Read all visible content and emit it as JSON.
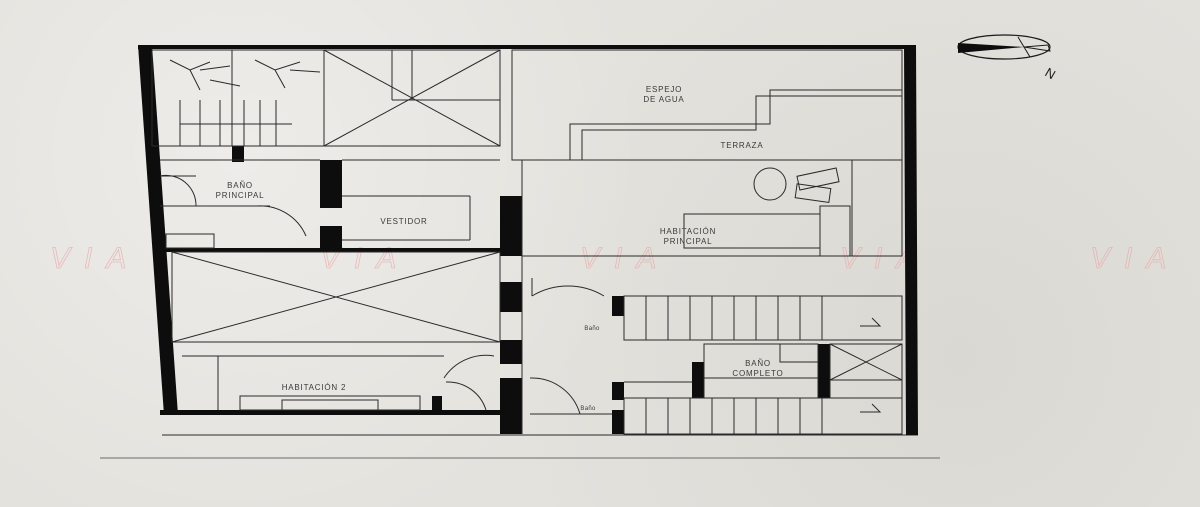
{
  "rooms": {
    "espejo_line1": "ESPEJO",
    "espejo_line2": "DE AGUA",
    "terraza": "TERRAZA",
    "bano_principal_line1": "BAÑO",
    "bano_principal_line2": "PRINCIPAL",
    "vestidor": "VESTIDOR",
    "habitacion_principal_line1": "HABITACIÓN",
    "habitacion_principal_line2": "PRINCIPAL",
    "bano_completo_line1": "BAÑO",
    "bano_completo_line2": "COMPLETO",
    "habitacion_2": "HABITACIÓN 2",
    "small_label_1": "Baño",
    "small_label_2": "Baño"
  },
  "compass": {
    "label": "N"
  },
  "watermark": {
    "text": "VIA"
  },
  "colors": {
    "wall": "#0d0d0d",
    "line": "#2a2a2a",
    "watermark": "#e9a7a7"
  }
}
